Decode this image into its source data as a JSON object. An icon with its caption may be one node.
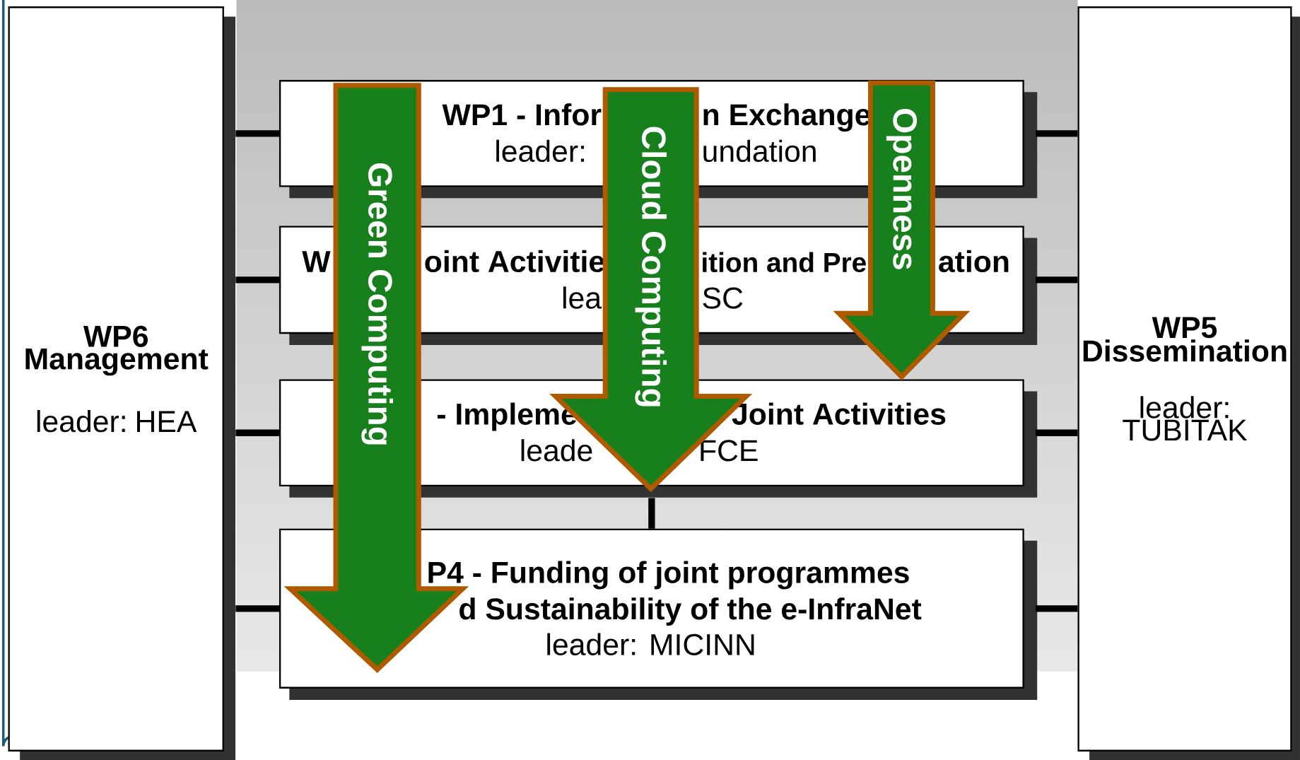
{
  "diagram": {
    "nodes": [
      {
        "text": [
          "WP6 Management",
          "leader: HEA"
        ]
      },
      {
        "text": [
          "WP1 - Infor",
          "n Exchange",
          "leader:",
          "undation"
        ]
      },
      {
        "text": [
          "W",
          "oint Activitie",
          "ition and Pre",
          "ation",
          "lea",
          "SC"
        ]
      },
      {
        "text": [
          "- Impleme",
          "Joint Activities",
          "leade",
          "FCE"
        ]
      },
      {
        "text": [
          "P4 - Funding of joint programmes",
          "d Sustainability of the e-InfraNet",
          "leader: MICINN"
        ]
      },
      {
        "text": [
          "WP5 Dissemination",
          "leader: TUBITAK"
        ]
      }
    ],
    "edges": [
      {
        "from": 0,
        "to": 1,
        "arrow": "none"
      },
      {
        "from": 0,
        "to": 2,
        "arrow": "none"
      },
      {
        "from": 0,
        "to": 3,
        "arrow": "none"
      },
      {
        "from": 0,
        "to": 4,
        "arrow": "none"
      },
      {
        "from": 5,
        "to": 1,
        "arrow": "none"
      },
      {
        "from": 5,
        "to": 2,
        "arrow": "none"
      },
      {
        "from": 5,
        "to": 3,
        "arrow": "none"
      },
      {
        "from": 5,
        "to": 4,
        "arrow": "none"
      },
      {
        "from": 3,
        "to": 4,
        "arrow": "none"
      },
      {
        "from": null,
        "to": 4,
        "arrow": "to",
        "label": "Green Computing",
        "style": "thick",
        "color": "#17801c"
      },
      {
        "from": null,
        "to": 3,
        "arrow": "to",
        "label": "Cloud Computing",
        "style": "thick",
        "color": "#17801c"
      },
      {
        "from": null,
        "to": 3,
        "arrow": "to",
        "label": "Openness",
        "style": "thick",
        "color": "#17801c"
      }
    ]
  }
}
